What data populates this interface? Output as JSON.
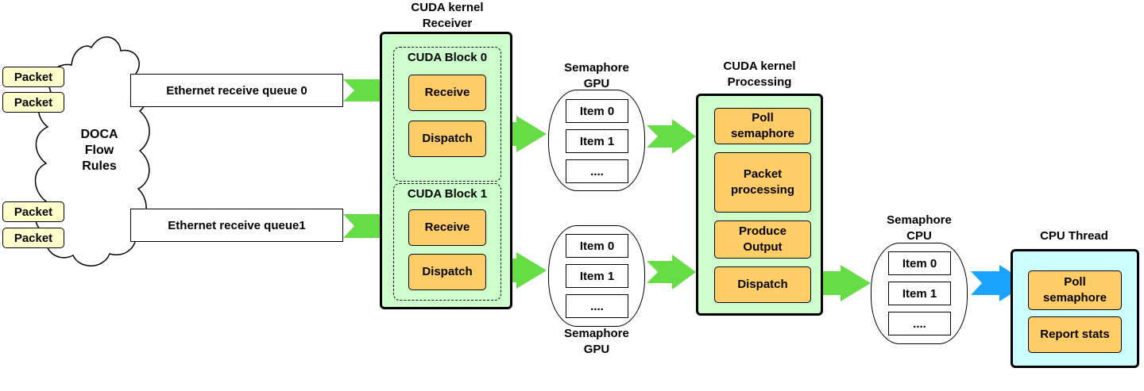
{
  "packets": [
    "Packet",
    "Packet",
    "Packet",
    "Packet"
  ],
  "cloud": {
    "label_lines": [
      "DOCA",
      "Flow",
      "Rules"
    ]
  },
  "queues": [
    "Ethernet receive queue 0",
    "Ethernet receive queue1"
  ],
  "receiver": {
    "title_lines": [
      "CUDA kernel",
      "Receiver"
    ],
    "blocks": [
      {
        "title": "CUDA Block 0",
        "ops": [
          "Receive",
          "Dispatch"
        ]
      },
      {
        "title": "CUDA Block 1",
        "ops": [
          "Receive",
          "Dispatch"
        ]
      }
    ]
  },
  "semaphore_gpu_top": {
    "title_lines": [
      "Semaphore",
      "GPU"
    ],
    "items": [
      "Item 0",
      "Item 1",
      "...."
    ]
  },
  "semaphore_gpu_bottom": {
    "title_lines": [
      "Semaphore",
      "GPU"
    ],
    "items": [
      "Item 0",
      "Item 1",
      "...."
    ]
  },
  "processing": {
    "title_lines": [
      "CUDA kernel",
      "Processing"
    ],
    "ops": [
      {
        "lines": [
          "Poll",
          "semaphore"
        ]
      },
      {
        "lines": [
          "Packet",
          "processing"
        ]
      },
      {
        "lines": [
          "Produce",
          "Output"
        ]
      },
      {
        "lines": [
          "Dispatch"
        ]
      }
    ]
  },
  "semaphore_cpu": {
    "title_lines": [
      "Semaphore",
      "CPU"
    ],
    "items": [
      "Item 0",
      "Item 1",
      "...."
    ]
  },
  "cpu_thread": {
    "title": "CPU Thread",
    "ops": [
      {
        "lines": [
          "Poll",
          "semaphore"
        ]
      },
      {
        "lines": [
          "Report stats"
        ]
      }
    ]
  },
  "colors": {
    "packet_fill": "#ffffcc",
    "kernel_fill": "#ccffcc",
    "cpu_fill": "#ccffff",
    "op_fill": "#ffcc66",
    "arrow_green": "#66dd44",
    "arrow_blue": "#1aa3ff"
  }
}
